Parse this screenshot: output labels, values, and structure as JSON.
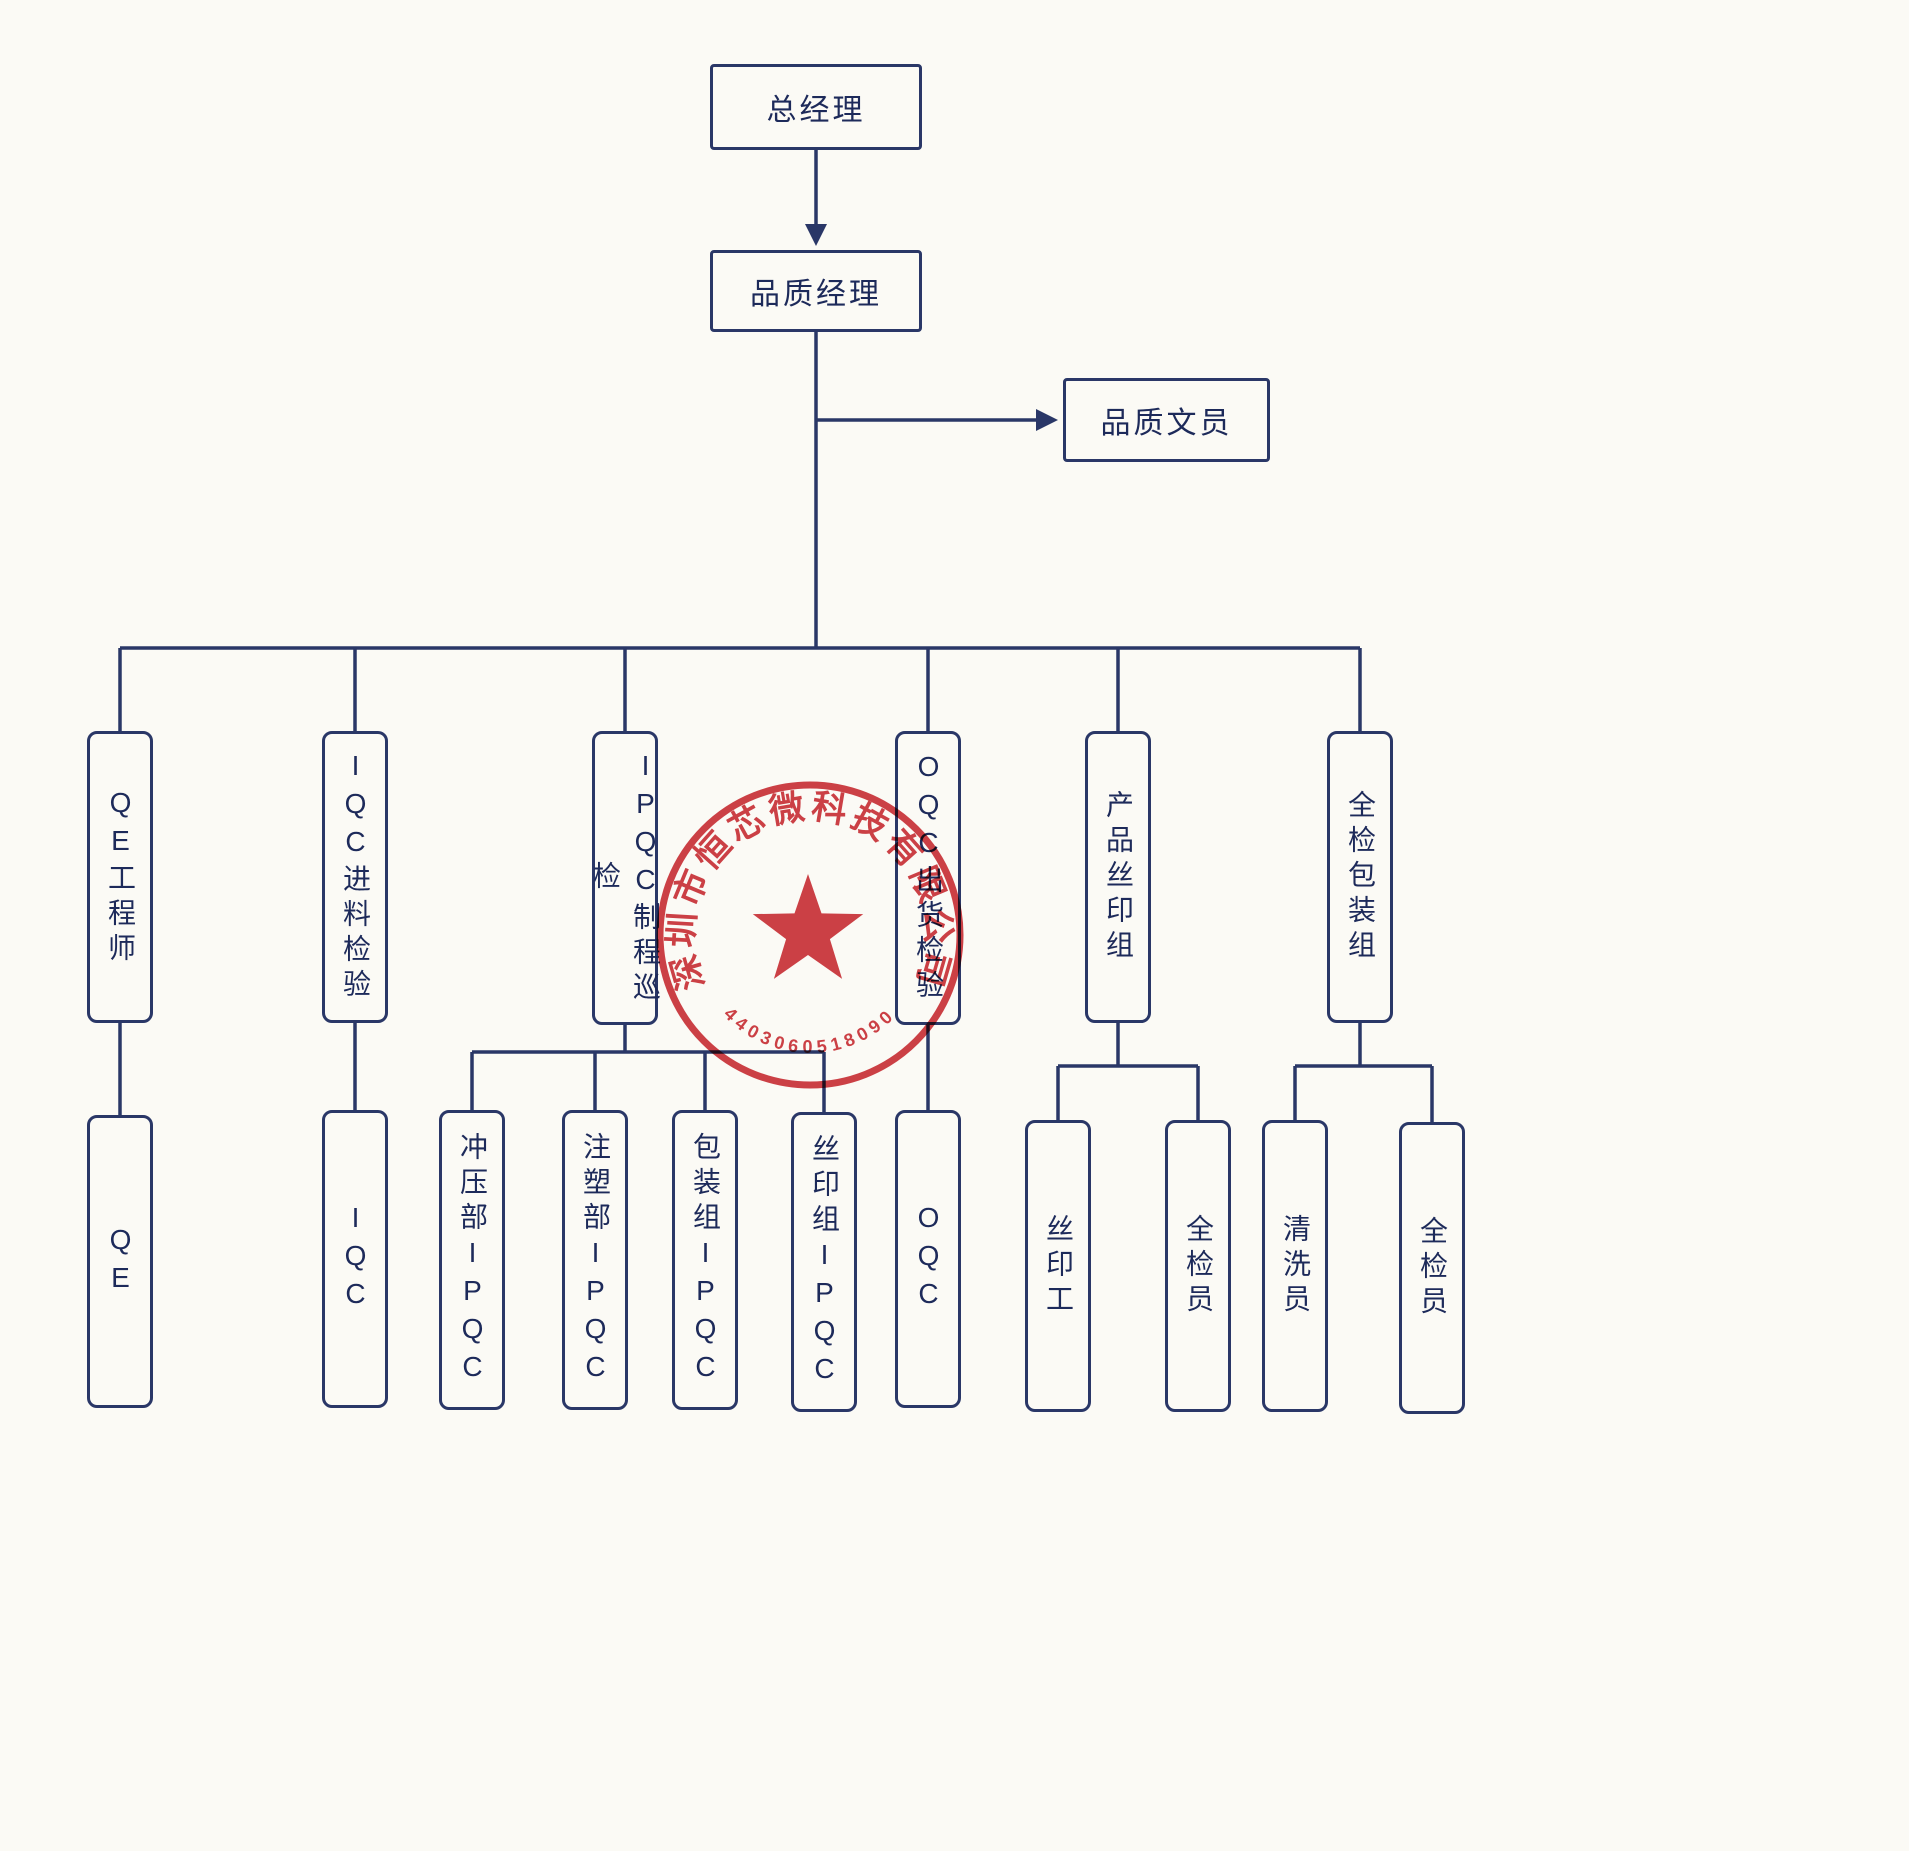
{
  "colors": {
    "line": "#2a3767",
    "text": "#1d2a5a",
    "stamp_red": "#c8242c",
    "paper": "#fbfaf5"
  },
  "nodes": {
    "general_manager": {
      "label": "总经理"
    },
    "quality_manager": {
      "label": "品质经理"
    },
    "quality_clerk": {
      "label": "品质文员"
    },
    "qe_engineer": {
      "label": "QE工程师"
    },
    "iqc_incoming": {
      "label": "IQC进料检验"
    },
    "ipqc_process": {
      "label": "IPQC制程巡检"
    },
    "oqc_outgoing": {
      "label": "OQC出货检验"
    },
    "product_silkprint_group": {
      "label": "产品丝印组"
    },
    "full_inspection_packing_group": {
      "label": "全检包装组"
    },
    "qe": {
      "label": "QE"
    },
    "iqc": {
      "label": "IQC"
    },
    "stamping_ipqc": {
      "label": "冲压部IPQC"
    },
    "molding_ipqc": {
      "label": "注塑部IPQC"
    },
    "packing_ipqc": {
      "label": "包装组IPQC"
    },
    "silkprint_ipqc": {
      "label": "丝印组IPQC"
    },
    "oqc": {
      "label": "OQC"
    },
    "silkprint_worker": {
      "label": "丝印工"
    },
    "full_inspector_a": {
      "label": "全检员"
    },
    "cleaner": {
      "label": "清洗员"
    },
    "full_inspector_b": {
      "label": "全检员"
    }
  },
  "stamp": {
    "company": "深圳市恒芯微科技有限公司",
    "serial": "4403060518090"
  }
}
